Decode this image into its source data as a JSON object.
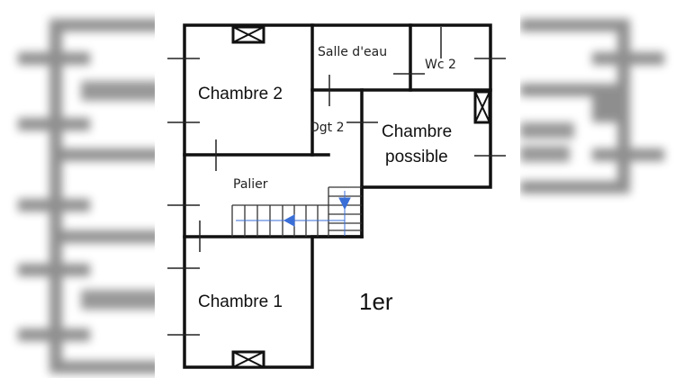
{
  "plan": {
    "level_label": "1er",
    "wall_color": "#111111",
    "arrow_color": "#3a6fd8",
    "rooms": [
      {
        "id": "chambre-2",
        "label": "Chambre 2"
      },
      {
        "id": "salle-d-eau",
        "label": "Salle d'eau"
      },
      {
        "id": "wc-2",
        "label": "Wc 2"
      },
      {
        "id": "dgt-2",
        "label": "Dgt 2"
      },
      {
        "id": "chambre-possible",
        "label_line1": "Chambre",
        "label_line2": "possible"
      },
      {
        "id": "palier",
        "label": "Palier"
      },
      {
        "id": "chambre-1",
        "label": "Chambre 1"
      }
    ]
  }
}
